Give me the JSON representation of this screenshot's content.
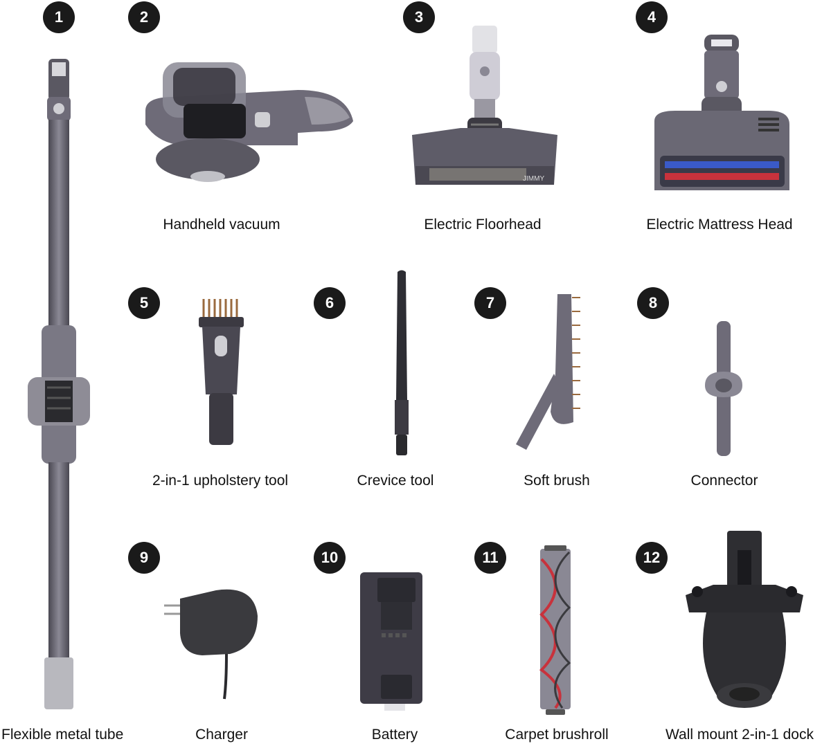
{
  "items": [
    {
      "number": "1",
      "label": "Flexible metal tube",
      "icon": "metal-tube-icon"
    },
    {
      "number": "2",
      "label": "Handheld vacuum",
      "icon": "handheld-vacuum-icon"
    },
    {
      "number": "3",
      "label": "Electric Floorhead",
      "icon": "floorhead-icon"
    },
    {
      "number": "4",
      "label": "Electric Mattress Head",
      "icon": "mattress-head-icon"
    },
    {
      "number": "5",
      "label": "2-in-1 upholstery tool",
      "icon": "upholstery-tool-icon"
    },
    {
      "number": "6",
      "label": "Crevice tool",
      "icon": "crevice-tool-icon"
    },
    {
      "number": "7",
      "label": "Soft brush",
      "icon": "soft-brush-icon"
    },
    {
      "number": "8",
      "label": "Connector",
      "icon": "connector-icon"
    },
    {
      "number": "9",
      "label": "Charger",
      "icon": "charger-icon"
    },
    {
      "number": "10",
      "label": "Battery",
      "icon": "battery-icon"
    },
    {
      "number": "11",
      "label": "Carpet brushroll",
      "icon": "brushroll-icon"
    },
    {
      "number": "12",
      "label": "Wall mount 2-in-1 dock",
      "icon": "wall-mount-icon"
    }
  ],
  "colors": {
    "badge": "#1a1a1a",
    "product_gray": "#6e6b78",
    "product_dark": "#3c3a42",
    "brush_red": "#c8323c",
    "bristle_brown": "#9a6a3e"
  },
  "brand_mark": "JIMMY"
}
